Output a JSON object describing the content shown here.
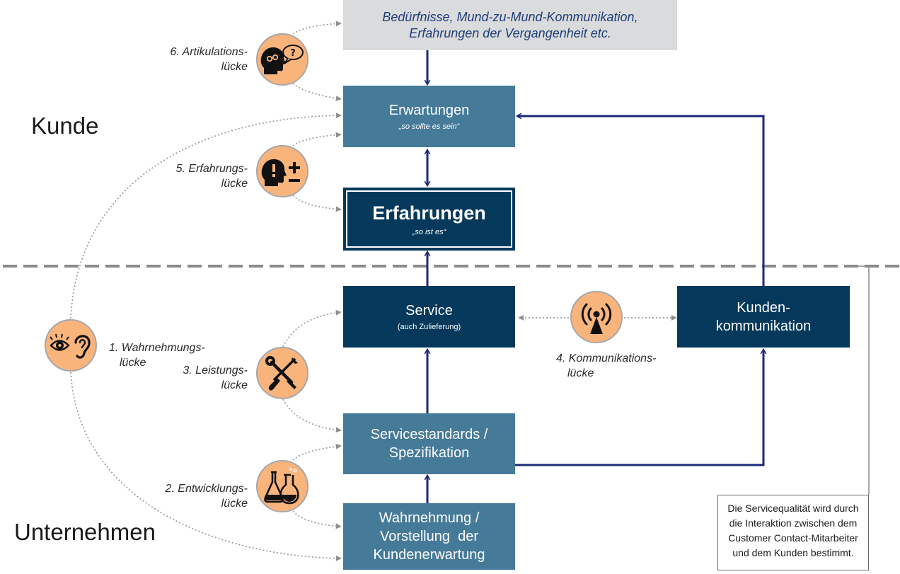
{
  "colors": {
    "box_light": "#457a98",
    "box_dark": "#05395c",
    "box_grey": "#dadbdc",
    "arrow_navy": "#1b2a7a",
    "icon_fill": "#f9b47c",
    "divider": "#8a8a8a"
  },
  "sides": {
    "customer": "Kunde",
    "company": "Unternehmen"
  },
  "boxes": {
    "needs": {
      "line1": "Bedürfnisse, Mund-zu-Mund-Kommunikation,",
      "line2": "Erfahrungen der Vergangenheit etc."
    },
    "expectations": {
      "title": "Erwartungen",
      "sub": "„so sollte es sein“"
    },
    "experiences": {
      "title": "Erfahrungen",
      "sub": "„so ist es“"
    },
    "service": {
      "title": "Service",
      "sub": "(auch Zulieferung)"
    },
    "communication": {
      "line1": "Kunden-",
      "line2": "kommunikation"
    },
    "standards": {
      "line1": "Servicestandards /",
      "line2": "Spezifikation"
    },
    "perception": {
      "line1": "Wahrnehmung /",
      "line2": "Vorstellung  der",
      "line3": "Kundenerwartung"
    }
  },
  "gaps": {
    "articulation": {
      "line1": "6. Artikulations-",
      "line2": "lücke",
      "icon": "head-question-icon"
    },
    "experience": {
      "line1": "5. Erfahrungs-",
      "line2": "lücke",
      "icon": "head-plus-minus-icon"
    },
    "perception": {
      "line1": "1. Wahrnehmungs-",
      "line2": "lücke",
      "icon": "eye-ear-icon"
    },
    "performance": {
      "line1": "3. Leistungs-",
      "line2": "lücke",
      "icon": "tools-icon"
    },
    "development": {
      "line1": "2. Entwicklungs-",
      "line2": "lücke",
      "icon": "flasks-icon"
    },
    "communication": {
      "line1": "4. Kommunikations-",
      "line2": "lücke",
      "icon": "broadcast-icon"
    }
  },
  "note": {
    "line1": "Die Servicequalität wird durch",
    "line2": "die Interaktion zwischen dem",
    "line3": "Customer Contact-Mitarbeiter",
    "line4": "und dem Kunden bestimmt."
  }
}
